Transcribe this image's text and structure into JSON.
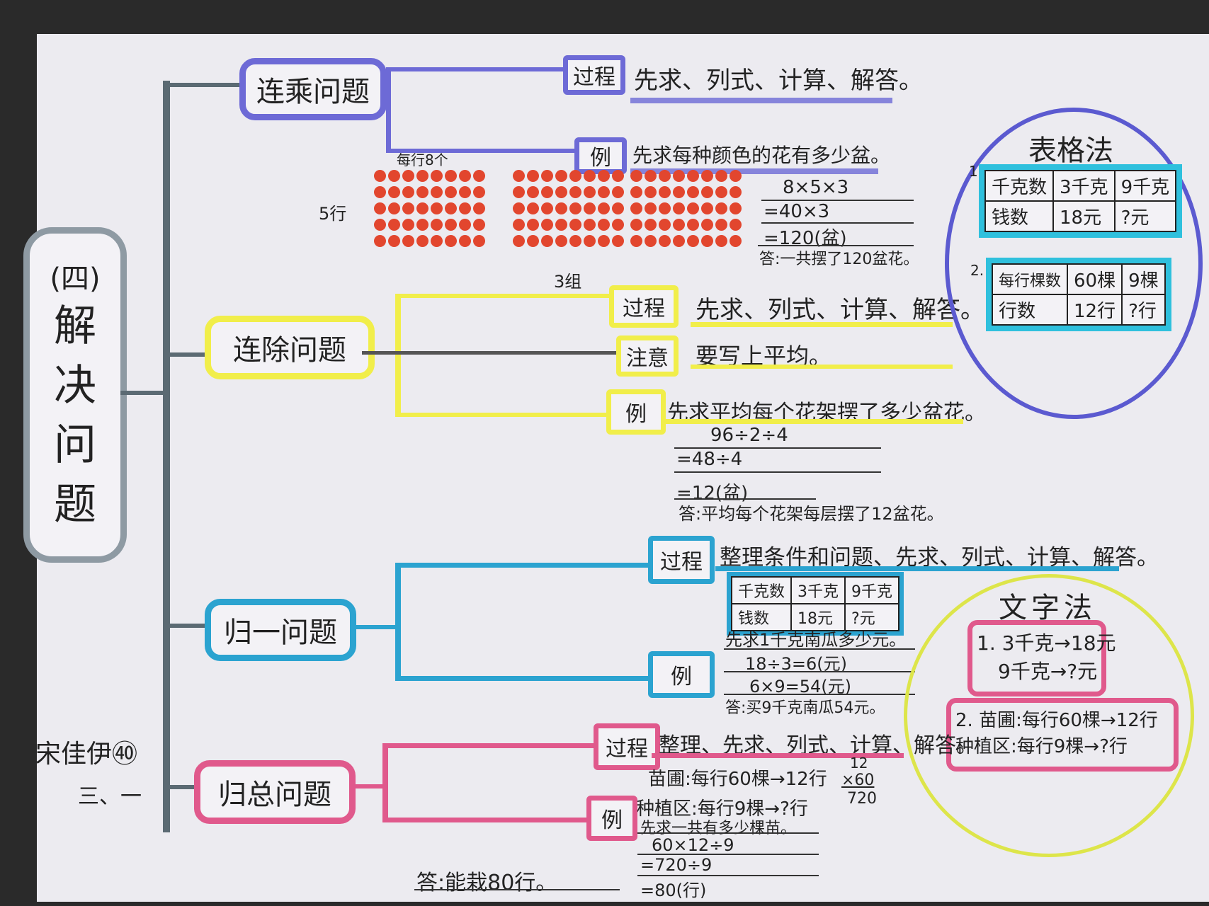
{
  "colors": {
    "spine": "#5b6a73",
    "purple": "#6d6ad6",
    "yellow": "#f1ee4a",
    "blue": "#2ba3d0",
    "pink": "#e0598c",
    "dot": "#e2462e",
    "circle_text": "#d9e54a"
  },
  "title": {
    "prefix": "(四)",
    "main": "解决问题"
  },
  "author": {
    "name": "宋佳伊㊵",
    "class": "三、一"
  },
  "branches": {
    "lianCheng": {
      "label": "连乘问题",
      "process_tag": "过程",
      "process": "先求、列式、计算、解答。",
      "example_tag": "例",
      "example": "先求每种颜色的花有多少盆。",
      "diagram": {
        "per_row": "每行8个",
        "rows": "5行",
        "groups": "3组",
        "cols_count": 8,
        "rows_count": 5,
        "groups_count": 3
      },
      "calc": [
        "8×5×3",
        "=40×3",
        "=120(盆)",
        "答:一共摆了120盆花。"
      ]
    },
    "lianChu": {
      "label": "连除问题",
      "process_tag": "过程",
      "process": "先求、列式、计算、解答。",
      "note_tag": "注意",
      "note": "要写上平均。",
      "example_tag": "例",
      "example": "先求平均每个花架摆了多少盆花。",
      "calc": [
        "96÷2÷4",
        "=48÷4",
        "=12(盆)",
        "答:平均每个花架每层摆了12盆花。"
      ]
    },
    "guiYi": {
      "label": "归一问题",
      "process_tag": "过程",
      "process": "整理条件和问题、先求、列式、计算、解答。",
      "example_tag": "例",
      "table": [
        [
          "千克数",
          "3千克",
          "9千克"
        ],
        [
          "钱数",
          "18元",
          "?元"
        ]
      ],
      "calc": [
        "先求1千克南瓜多少元。",
        "18÷3=6(元)",
        "6×9=54(元)",
        "答:买9千克南瓜54元。"
      ]
    },
    "guiZong": {
      "label": "归总问题",
      "process_tag": "过程",
      "process": "整理、先求、列式、计算、解答。",
      "example_tag": "例",
      "conditions": [
        "苗圃:每行60棵→12行",
        "种植区:每行9棵→?行",
        "先求一共有多少棵苗。"
      ],
      "vertical_calc": [
        "12",
        "×60",
        "720"
      ],
      "calc": [
        "60×12÷9",
        "=720÷9",
        "=80(行)"
      ],
      "answer": "答:能栽80行。"
    }
  },
  "table_method": {
    "title": "表格法",
    "n1": "1.",
    "n2": "2.",
    "table1": [
      [
        "千克数",
        "3千克",
        "9千克"
      ],
      [
        "钱数",
        "18元",
        "?元"
      ]
    ],
    "table2": [
      [
        "每行棵数",
        "60棵",
        "9棵"
      ],
      [
        "行数",
        "12行",
        "?行"
      ]
    ]
  },
  "text_method": {
    "title": "文字法",
    "item1": [
      "1. 3千克→18元",
      "9千克→?元"
    ],
    "item2": [
      "2. 苗圃:每行60棵→12行",
      "种植区:每行9棵→?行"
    ]
  }
}
